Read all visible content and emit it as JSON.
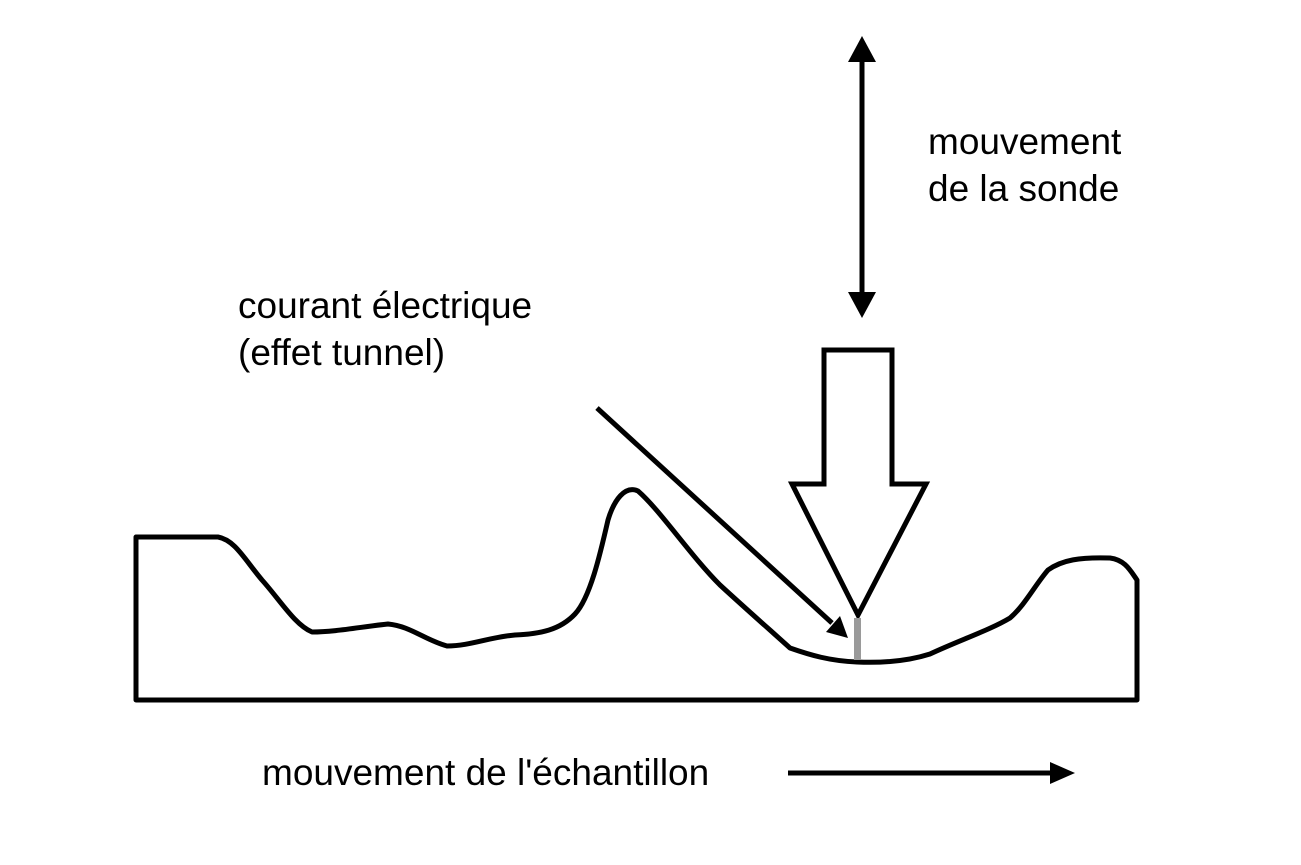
{
  "labels": {
    "probe_motion_line1": "mouvement",
    "probe_motion_line2": "de la sonde",
    "current_line1": "courant électrique",
    "current_line2": "(effet tunnel)",
    "sample_motion": "mouvement de l'échantillon"
  },
  "colors": {
    "ink": "#000000",
    "background": "#ffffff",
    "tunnel_gap": "#9a9a9a"
  },
  "icons": {
    "probe_motion": "double-vertical-arrow",
    "probe_tip": "downward-hollow-arrow",
    "current_pointer": "diagonal-arrow",
    "sample_motion": "right-arrow"
  }
}
